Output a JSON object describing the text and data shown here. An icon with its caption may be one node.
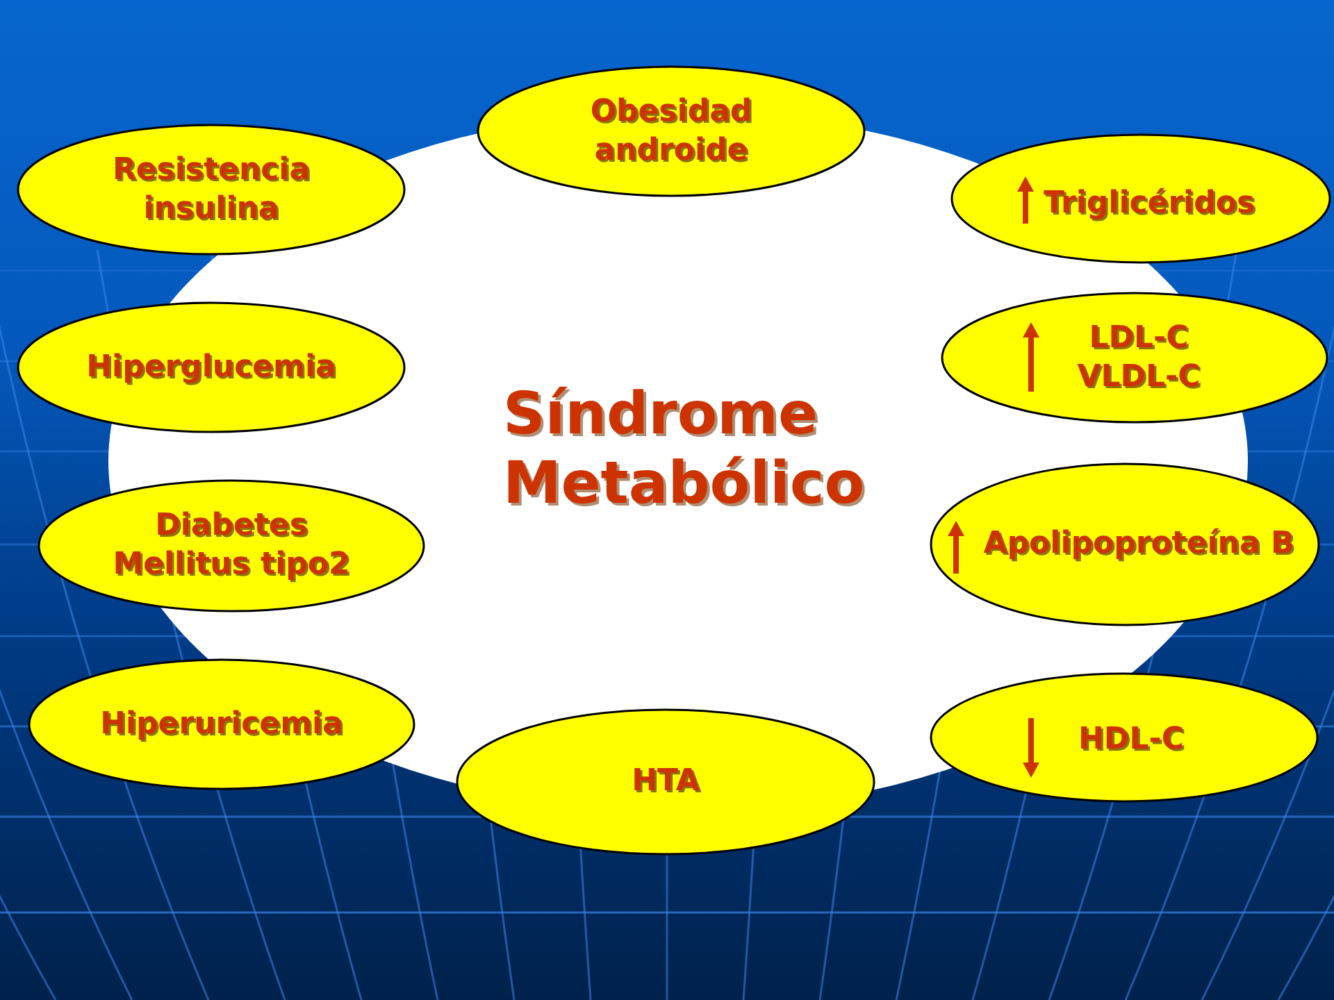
{
  "diagram": {
    "title": "Síndrome Metabólico",
    "nodes": [
      {
        "text": [
          "Obesidad androide"
        ]
      },
      {
        "text": [
          "Resistencia insulina"
        ]
      },
      {
        "text": [
          "Triglicéridos"
        ]
      },
      {
        "text": [
          "Hiperglucemia"
        ]
      },
      {
        "text": [
          "LDL-C VLDL-C"
        ]
      },
      {
        "text": [
          "Diabetes Mellitus tipo2"
        ]
      },
      {
        "text": [
          "Apolipoproteína B"
        ]
      },
      {
        "text": [
          "Hiperuricemia"
        ]
      },
      {
        "text": [
          "HDL-C"
        ]
      },
      {
        "text": [
          "HTA"
        ]
      }
    ]
  }
}
